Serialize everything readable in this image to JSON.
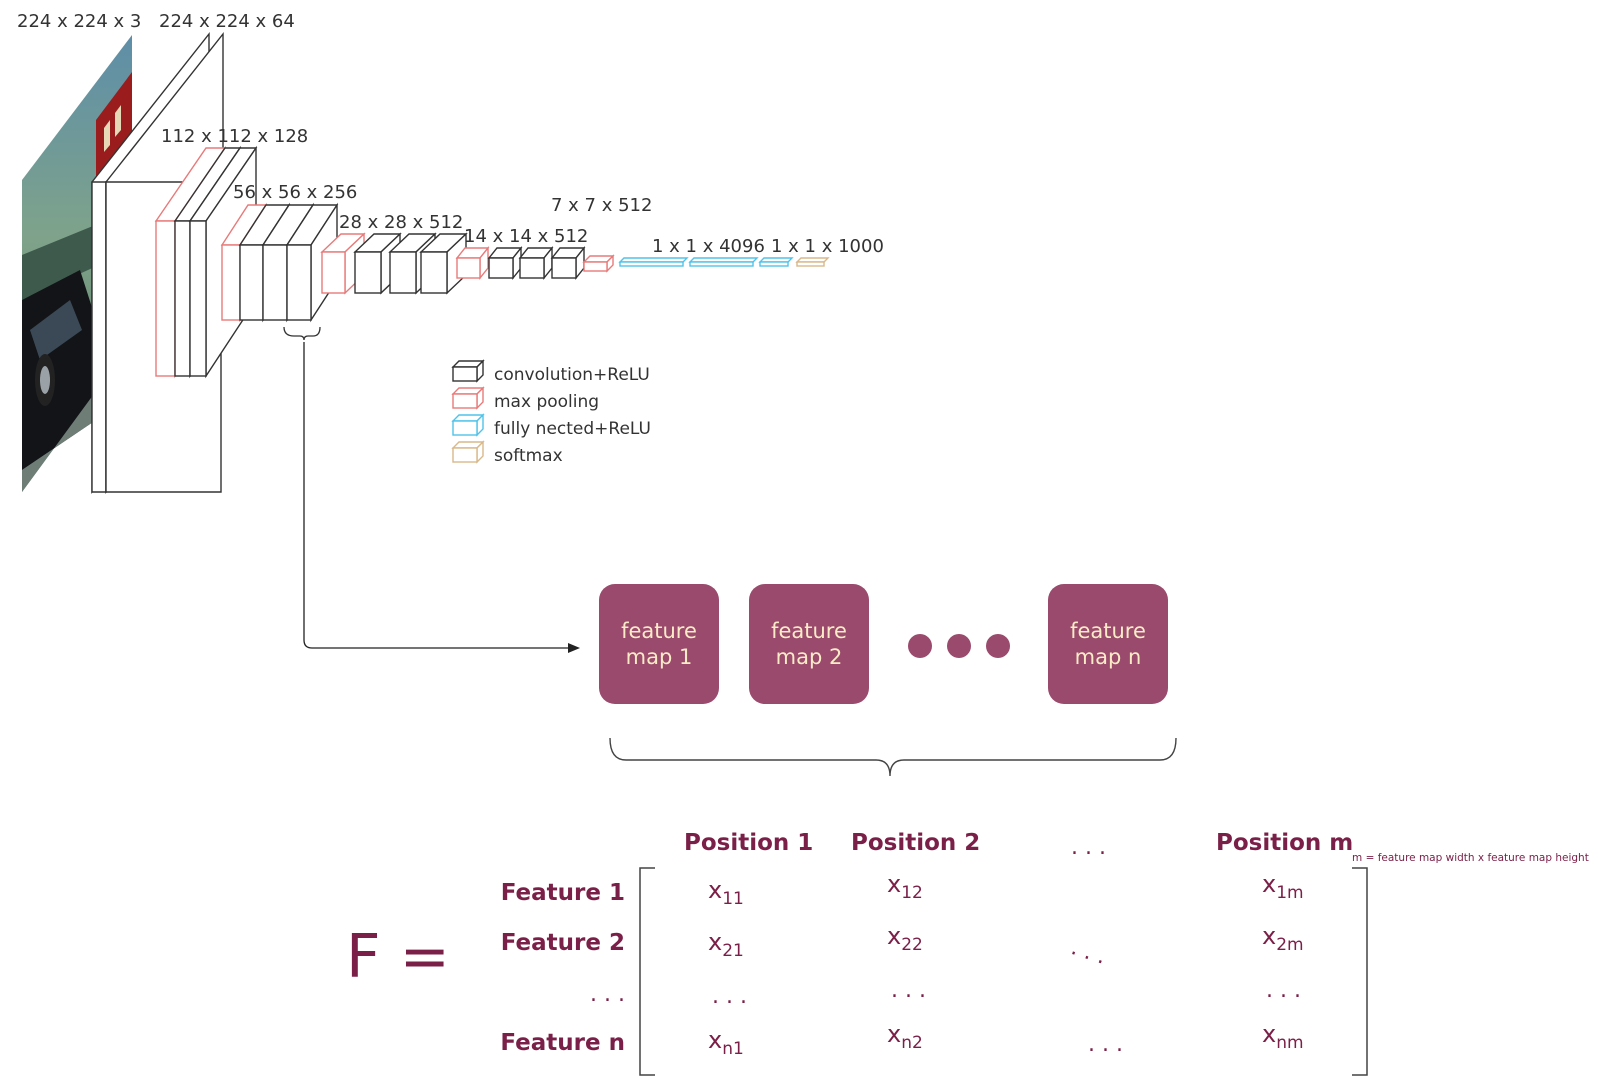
{
  "network": {
    "layer_labels": [
      "224 x 224 x 3",
      "224 x 224 x 64",
      "112 x 112 x 128",
      "56 x 56 x 256",
      "28 x 28 x 512",
      "14 x 14 x 512",
      "7 x 7 x 512",
      "1 x 1 x 4096",
      "1 x 1 x 1000"
    ],
    "legend": [
      {
        "label": "convolution+ReLU",
        "color": "#333333"
      },
      {
        "label": "max pooling",
        "color": "#e87a7a"
      },
      {
        "label": "fully nected+ReLU",
        "color": "#4fc3e8"
      },
      {
        "label": "softmax",
        "color": "#d9b88a"
      }
    ]
  },
  "feature_maps": {
    "items": [
      "feature map 1",
      "feature map 2",
      "feature map n"
    ],
    "fill_color": "#9a4a6c",
    "text_color": "#fbecc7"
  },
  "matrix": {
    "symbol": "F =",
    "columns": [
      "Position 1",
      "Position 2",
      ". . .",
      "Position m"
    ],
    "column_footnote": "m = feature map width x feature map height",
    "rows": [
      {
        "label": "Feature 1",
        "cells": [
          "x",
          "11",
          "x",
          "12",
          "",
          "",
          "x",
          "1m"
        ]
      },
      {
        "label": "Feature 2",
        "cells": [
          "x",
          "21",
          "x",
          "22",
          ". . .",
          "",
          "x",
          "2m"
        ]
      },
      {
        "label": ". . .",
        "cells": [
          ". . .",
          "",
          ". . .",
          "",
          "",
          "",
          ". . .",
          ""
        ]
      },
      {
        "label": "Feature n",
        "cells": [
          "x",
          "n1",
          "x",
          "n2",
          ". . .",
          "",
          "x",
          "nm"
        ]
      }
    ],
    "text_color": "#7a1f47"
  }
}
